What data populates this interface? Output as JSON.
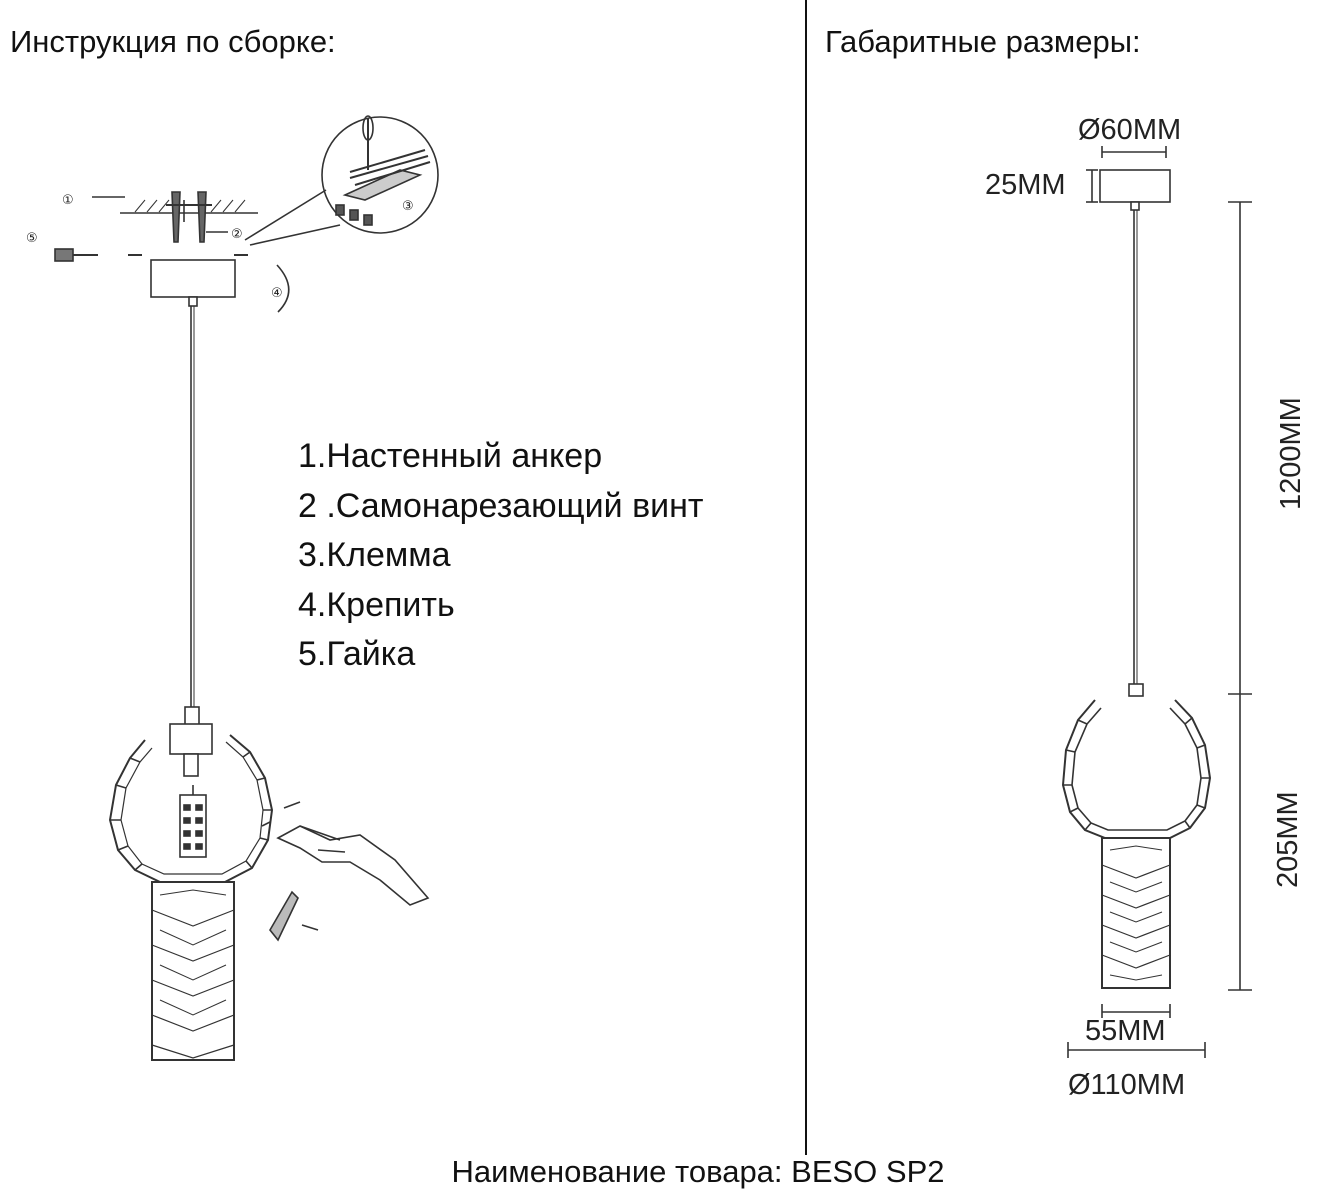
{
  "headings": {
    "assembly": "Инструкция по сборке:",
    "dimensions": "Габаритные размеры:"
  },
  "parts": [
    "1.Настенный анкер",
    "2 .Самонарезающий винт",
    "3.Клемма",
    "4.Крепить",
    "5.Гайка"
  ],
  "callouts": [
    "①",
    "②",
    "③",
    "④",
    "⑤"
  ],
  "dimensions": {
    "canopy_diameter": "Ø60MM",
    "canopy_height": "25MM",
    "cable_length": "1200MM",
    "shade_height": "205MM",
    "tube_width": "55MM",
    "ring_diameter": "Ø110MM"
  },
  "footer": "Наименование товара: BESO SP2"
}
